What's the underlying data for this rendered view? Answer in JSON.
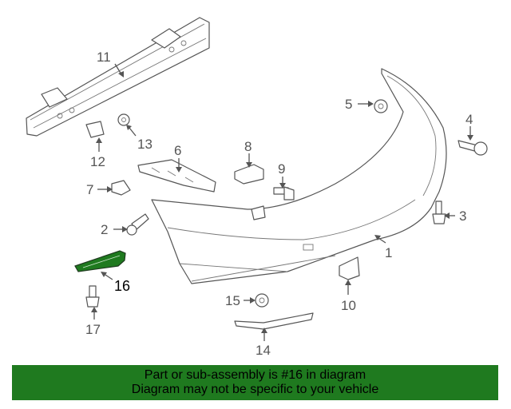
{
  "callouts": {
    "p1": "1",
    "p2": "2",
    "p3": "3",
    "p4": "4",
    "p5": "5",
    "p6": "6",
    "p7": "7",
    "p8": "8",
    "p9": "9",
    "p10": "10",
    "p11": "11",
    "p12": "12",
    "p13": "13",
    "p14": "14",
    "p15": "15",
    "p16": "16",
    "p17": "17"
  },
  "highlight": {
    "part": "16",
    "color": "#1f7a1f"
  },
  "banner": {
    "line1": "Part or sub-assembly is #16 in diagram",
    "line2": "Diagram may not be specific to your vehicle"
  }
}
